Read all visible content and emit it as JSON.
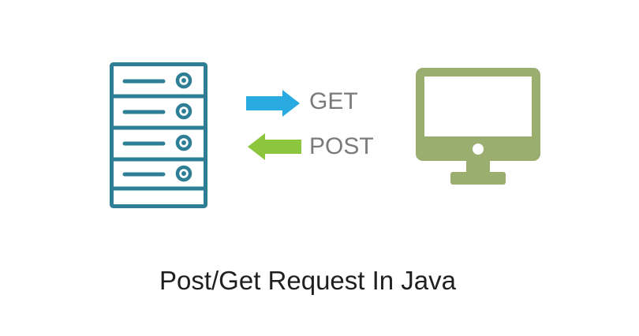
{
  "diagram": {
    "caption": "Post/Get Request In Java",
    "requests": [
      {
        "method": "GET",
        "direction": "right",
        "color": "#29abe2"
      },
      {
        "method": "POST",
        "direction": "left",
        "color": "#8cc63f"
      }
    ],
    "icons": {
      "server": {
        "name": "server-icon",
        "color": "#2e7f96",
        "rack_units": 4
      },
      "client": {
        "name": "desktop-monitor-icon",
        "color": "#9aae6f"
      }
    }
  }
}
